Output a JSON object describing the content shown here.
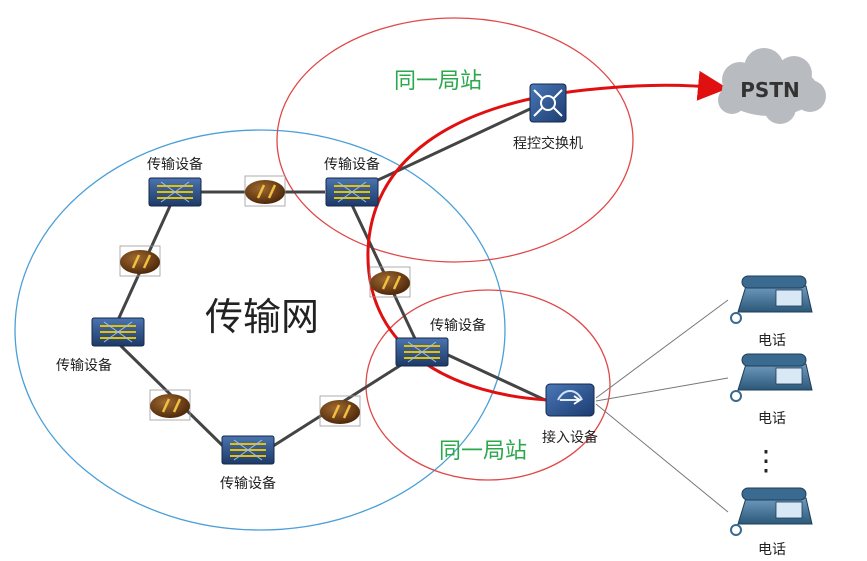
{
  "labels": {
    "transport_network": "传输网",
    "same_station": "同一局站",
    "transport_device": "传输设备",
    "switch": "程控交换机",
    "access_device": "接入设备",
    "pstn": "PSTN",
    "phone": "电话",
    "ellipsis": "⋮"
  },
  "colors": {
    "blue_ring": "#4a9fd8",
    "red_ring": "#e04848",
    "red_path": "#e01010",
    "green_text": "#2aa84a",
    "link": "#444444",
    "device_blue": "#2b4f86",
    "device_yellow": "#e8c000",
    "amp_brown": "#6b3a10",
    "cloud": "#b8bcc0",
    "phone_body": "#3a6a90"
  }
}
